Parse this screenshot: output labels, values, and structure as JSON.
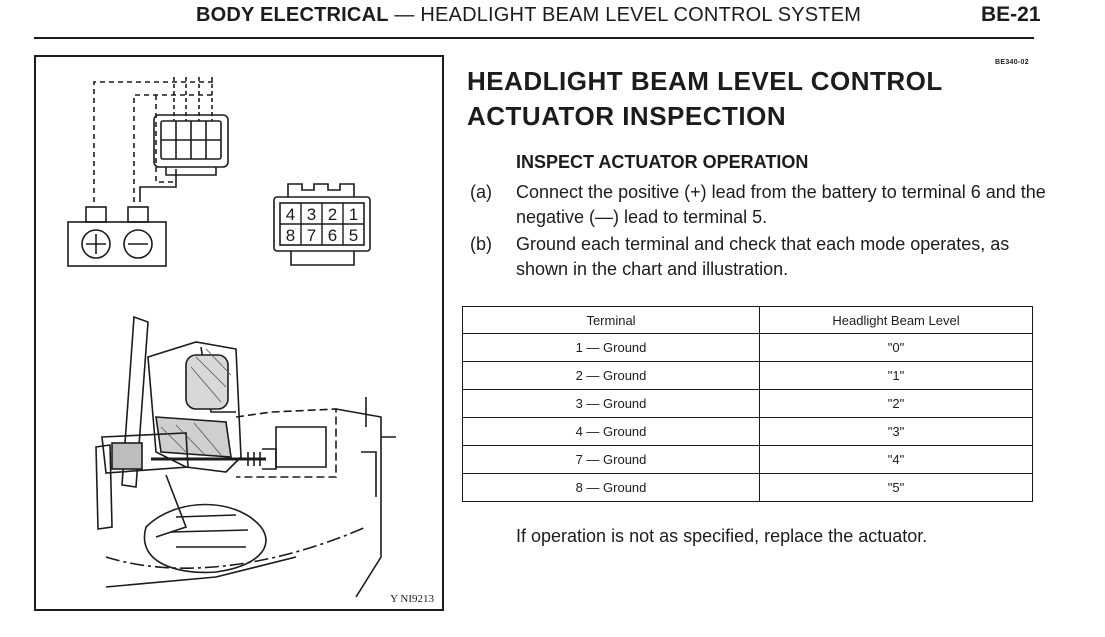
{
  "header": {
    "section": "BODY ELECTRICAL",
    "separator": " — ",
    "subsection": "HEADLIGHT BEAM LEVEL CONTROL SYSTEM",
    "page_number": "BE-21",
    "doc_code": "BE340-02"
  },
  "illustration": {
    "code": "Y NI9213",
    "connector_pins_top": [
      "4",
      "3",
      "2",
      "1"
    ],
    "connector_pins_bottom": [
      "8",
      "7",
      "6",
      "5"
    ],
    "battery_symbols": [
      "+",
      "−"
    ]
  },
  "title": {
    "line1": "HEADLIGHT BEAM LEVEL CONTROL",
    "line2": "ACTUATOR INSPECTION"
  },
  "subheading": "INSPECT ACTUATOR OPERATION",
  "steps": [
    {
      "label": "(a)",
      "text": "Connect the positive (+) lead from the battery to terminal 6 and the negative (—) lead to terminal 5."
    },
    {
      "label": "(b)",
      "text": "Ground each terminal and check that each mode operates, as shown in the chart and illustration."
    }
  ],
  "table": {
    "headers": [
      "Terminal",
      "Headlight Beam Level"
    ],
    "rows": [
      [
        "1 — Ground",
        "\"0\""
      ],
      [
        "2 — Ground",
        "\"1\""
      ],
      [
        "3 — Ground",
        "\"2\""
      ],
      [
        "4 — Ground",
        "\"3\""
      ],
      [
        "7 — Ground",
        "\"4\""
      ],
      [
        "8 — Ground",
        "\"5\""
      ]
    ]
  },
  "note": "If operation is not as specified, replace the actuator."
}
